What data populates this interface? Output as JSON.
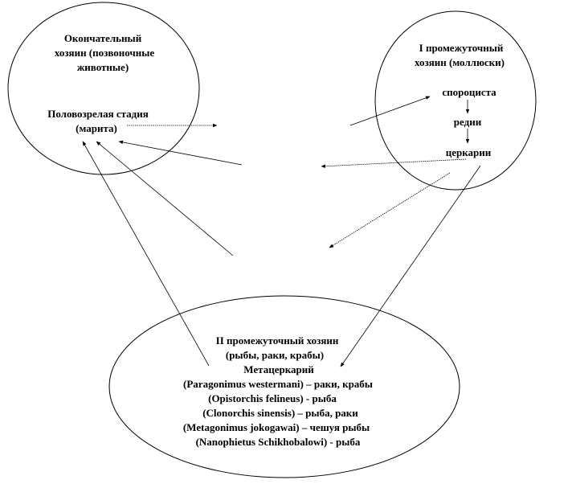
{
  "definitive_host": {
    "line1": "Окончательный",
    "line2": "хозяин (позвоночные",
    "line3": "животные)",
    "stage_line1": "Половозрелая стадия",
    "stage_line2": "(марита)"
  },
  "first_intermediate_host": {
    "line1": "I промежуточный",
    "line2": "хозяин (моллюски)",
    "sporocyst": "спороциста",
    "redia": "редии",
    "cercaria": "церкарии"
  },
  "second_intermediate_host": {
    "line1": "II промежуточный хозяин",
    "line2": "(рыбы, раки, крабы)",
    "line3": "Метацеркарий",
    "species": [
      "(Paragonimus  westermani)  – раки, крабы",
      "(Opistorchis  felineus)  - рыба",
      "(Clonorchis  sinensis)  – рыба, раки",
      "(Metagonimus  jokogawai)  – чешуя рыбы",
      "(Nanophietus  Schikhobalowi)  - рыба"
    ]
  }
}
